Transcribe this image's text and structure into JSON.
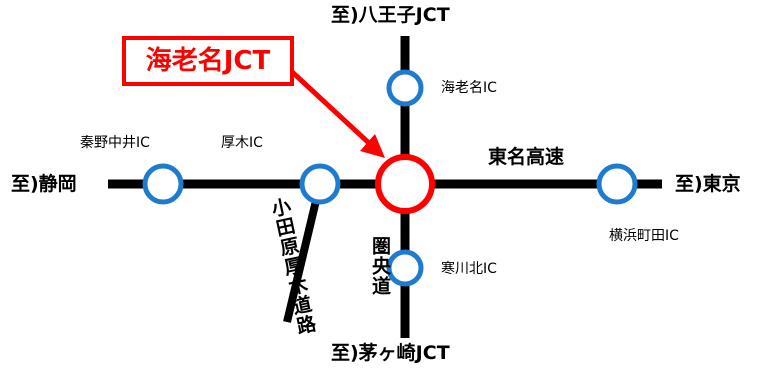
{
  "colors": {
    "road": "#000000",
    "ic_ring": "#1e7bd0",
    "jct_ring": "#ff0000",
    "callout": "#ff0000"
  },
  "callout": {
    "label": "海老名JCT"
  },
  "routes": {
    "tomei": "東名高速",
    "ken_o": "圏央道",
    "odawara_atsugi": "小田原厚木道路"
  },
  "directions": {
    "north": "至)八王子JCT",
    "south": "至)茅ヶ崎JCT",
    "west": "至)静岡",
    "east": "至)東京"
  },
  "interchanges": {
    "hadano_nakai": "秦野中井IC",
    "atsugi": "厚木IC",
    "ebina": "海老名IC",
    "yokohama_machida": "横浜町田IC",
    "samukawa_kita": "寒川北IC"
  }
}
